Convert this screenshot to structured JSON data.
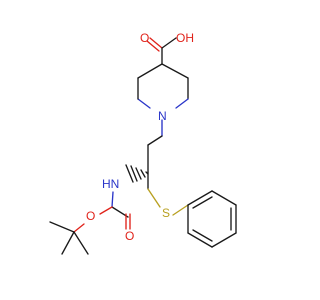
{
  "molecule": {
    "atoms": {
      "carboxyl_o": "O",
      "carboxyl_oh": "OH",
      "piperidine_n": "N",
      "amide_nh": "HN",
      "carbamate_o_double": "O",
      "carbamate_o_ether": "O",
      "thioether_s": "S"
    }
  },
  "colors": {
    "bond": "#1a1a1a",
    "oxygen": "#e0231b",
    "nitrogen": "#2a35c9",
    "sulfur": "#b8a020"
  }
}
